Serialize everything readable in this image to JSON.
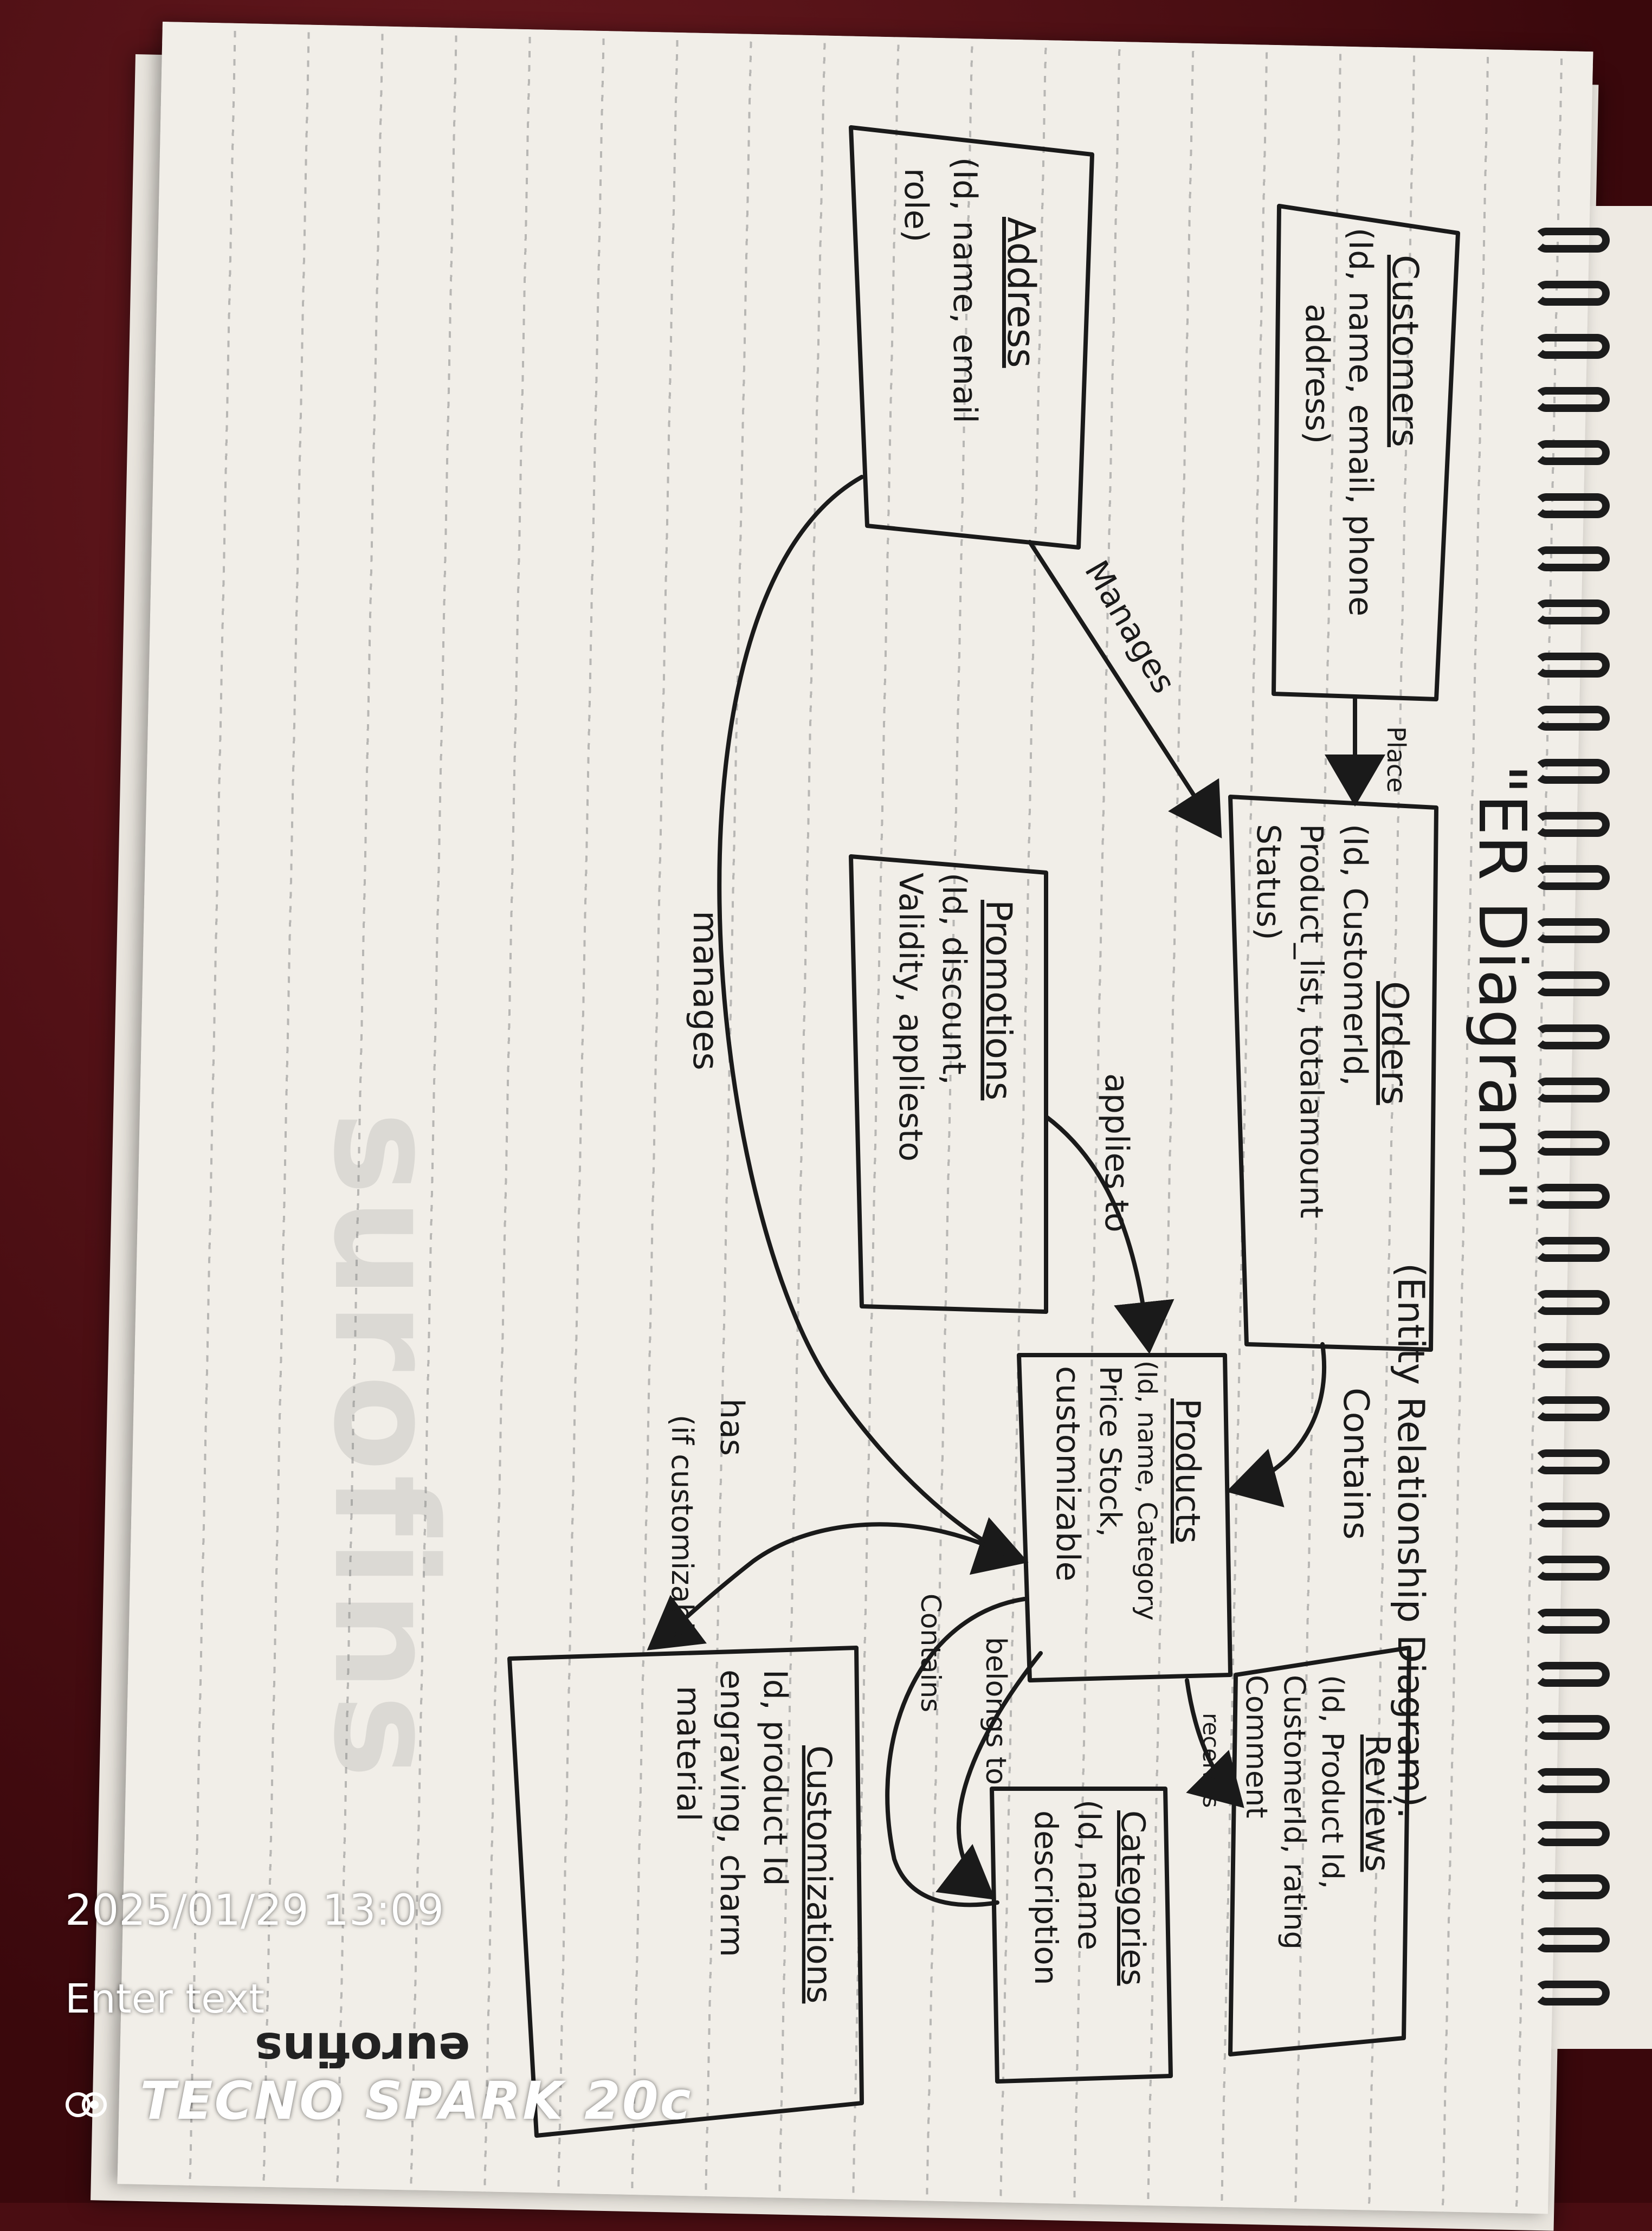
{
  "photo_overlay": {
    "timestamp": "2025/01/29 13:09",
    "caption": "Enter text",
    "camera_brand": "TECNO SPARK 20c"
  },
  "watermark": "surofins",
  "notebook_logo": "eurofins",
  "diagram": {
    "title": "\"ER Diagram\"",
    "subtitle": "(Entity Relationship Diagram).",
    "entities": {
      "customers": {
        "name": "Customers",
        "attrs": [
          "(Id, name, email, phone",
          "address)"
        ]
      },
      "address": {
        "name": "Address",
        "attrs": [
          "(Id, name, email",
          "role)"
        ]
      },
      "orders": {
        "name": "Orders",
        "attrs": [
          "(Id, CustomerId,",
          "Product_list, totalamount",
          "Status)"
        ]
      },
      "promotions": {
        "name": "Promotions",
        "attrs": [
          "(Id, discount,",
          "Validity, appliesto"
        ]
      },
      "products": {
        "name": "Products",
        "attrs": [
          "(Id, name, Category",
          "Price Stock,",
          "customizable"
        ]
      },
      "reviews": {
        "name": "Reviews",
        "attrs": [
          "(Id, Product Id,",
          "CustomerId, rating",
          "Comment"
        ]
      },
      "categories": {
        "name": "Categories",
        "attrs": [
          "(Id, name",
          "description"
        ]
      },
      "customizations": {
        "name": "Customizations",
        "attrs": [
          "Id, product Id",
          "engraving, charm",
          "material"
        ]
      }
    },
    "relations": {
      "place": "Place",
      "manages_address_orders": "Manages",
      "manages_address_products": "manages",
      "applies_to": "applies to",
      "contains_orders_products": "Contains",
      "receives": "receives",
      "belongs_to": "belongs to",
      "contains_products_categories": "Contains",
      "has_if_customizable": [
        "has",
        "(if customizable"
      ]
    }
  }
}
